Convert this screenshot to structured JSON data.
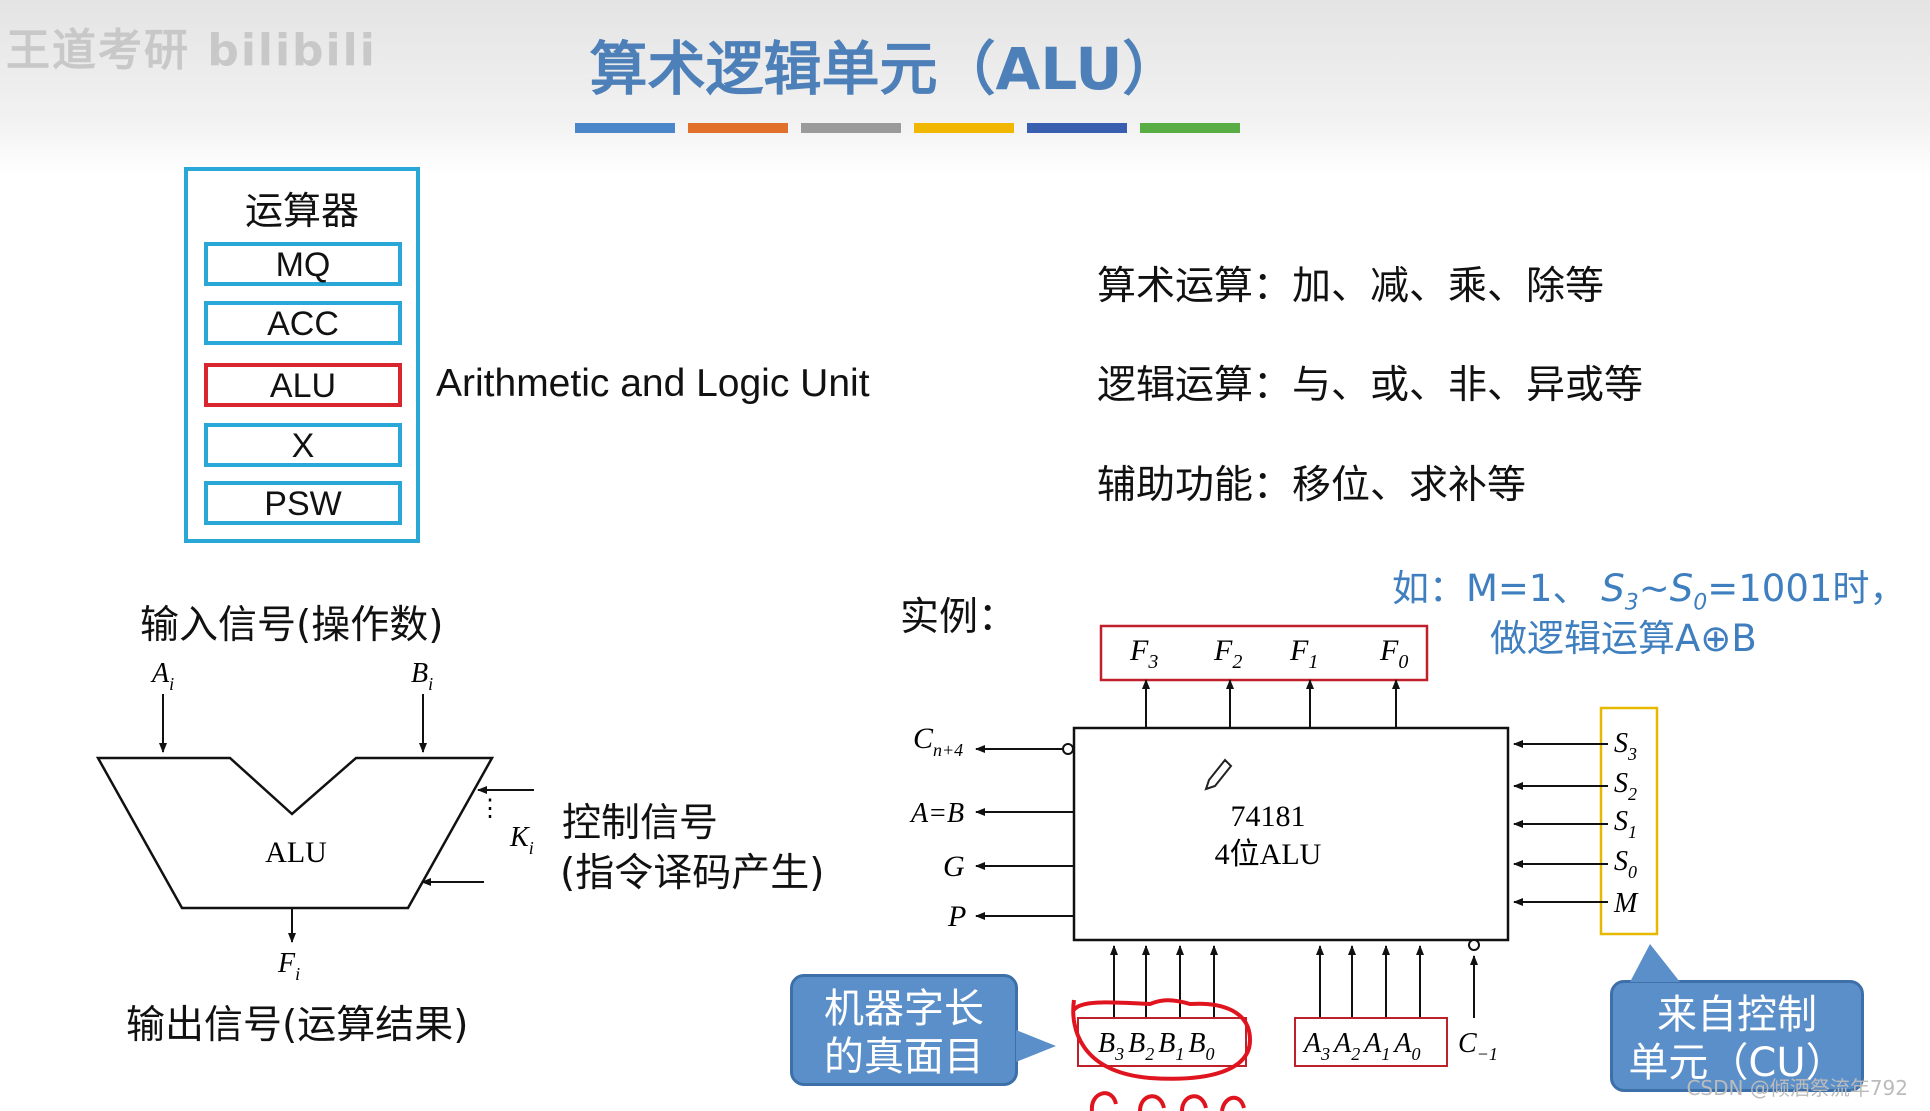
{
  "watermark": "王道考研 bilibili",
  "title": "算术逻辑单元（ALU）",
  "stripes": [
    "#4a86c8",
    "#e0702a",
    "#9a9a9a",
    "#f0b600",
    "#3a5fb0",
    "#5aac44"
  ],
  "registers": {
    "title": "运算器",
    "items": [
      "MQ",
      "ACC",
      "ALU",
      "X",
      "PSW"
    ],
    "highlight": "ALU",
    "alu_full_name": "Arithmetic and Logic Unit"
  },
  "operations": [
    "算术运算：加、减、乘、除等",
    "逻辑运算：与、或、非、异或等",
    "辅助功能：移位、求补等"
  ],
  "left_diagram": {
    "input_label": "输入信号(操作数)",
    "output_label": "输出信号(运算结果)",
    "control_label_line1": "控制信号",
    "control_label_line2": "(指令译码产生)",
    "alu_label": "ALU",
    "input_a": {
      "base": "A",
      "sub": "i"
    },
    "input_b": {
      "base": "B",
      "sub": "i"
    },
    "control": {
      "base": "K",
      "sub": "i"
    },
    "output": {
      "base": "F",
      "sub": "i"
    }
  },
  "example": {
    "label": "实例：",
    "note_line1_prefix": "如：M=1、 ",
    "note_s3": {
      "base": "S",
      "sub": "3"
    },
    "note_tilde": "~",
    "note_s0": {
      "base": "S",
      "sub": "0"
    },
    "note_line1_suffix": "=1001时，",
    "note_line2": "做逻辑运算A⊕B",
    "chip_line1": "74181",
    "chip_line2": "4位ALU",
    "outputs_top": [
      {
        "base": "F",
        "sub": "3"
      },
      {
        "base": "F",
        "sub": "2"
      },
      {
        "base": "F",
        "sub": "1"
      },
      {
        "base": "F",
        "sub": "0"
      }
    ],
    "outputs_left": [
      {
        "base": "C",
        "sub": "n+4"
      },
      {
        "base": "A=B",
        "sub": ""
      },
      {
        "base": "G",
        "sub": ""
      },
      {
        "base": "P",
        "sub": ""
      }
    ],
    "inputs_right": [
      {
        "base": "S",
        "sub": "3"
      },
      {
        "base": "S",
        "sub": "2"
      },
      {
        "base": "S",
        "sub": "1"
      },
      {
        "base": "S",
        "sub": "0"
      },
      {
        "base": "M",
        "sub": ""
      }
    ],
    "inputs_b": [
      {
        "base": "B",
        "sub": "3"
      },
      {
        "base": "B",
        "sub": "2"
      },
      {
        "base": "B",
        "sub": "1"
      },
      {
        "base": "B",
        "sub": "0"
      }
    ],
    "inputs_a": [
      {
        "base": "A",
        "sub": "3"
      },
      {
        "base": "A",
        "sub": "2"
      },
      {
        "base": "A",
        "sub": "1"
      },
      {
        "base": "A",
        "sub": "0"
      }
    ],
    "carry_in": {
      "base": "C",
      "sub": "−1"
    },
    "callout_left_line1": "机器字长",
    "callout_left_line2": "的真面目",
    "callout_right_line1": "来自控制",
    "callout_right_line2": "单元（CU）"
  },
  "csdn_watermark": "CSDN @倾酒祭流年792"
}
